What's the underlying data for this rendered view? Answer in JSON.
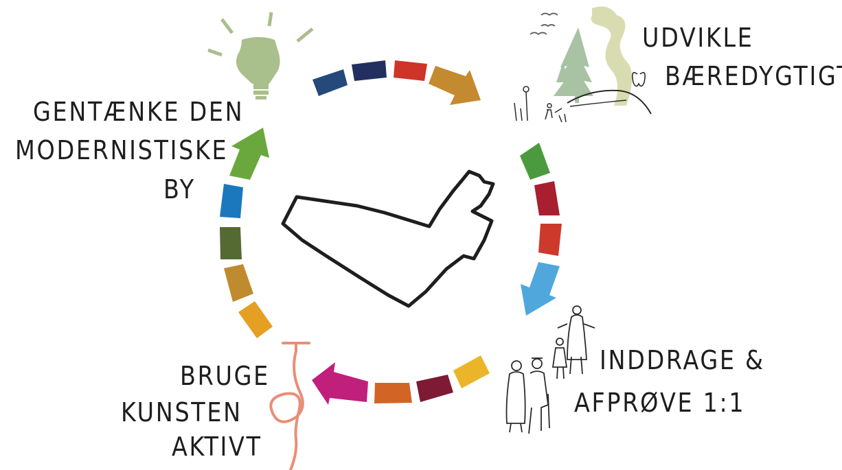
{
  "labels": {
    "top_left": [
      "GENTÆNKE DEN",
      "MODERNISTISKE",
      "BY"
    ],
    "top_right": [
      "UDVIKLE",
      "BÆREDYGTIGT"
    ],
    "bottom_right": [
      "INDDRAGE &",
      "AFPRØVE 1:1"
    ],
    "bottom_left": [
      "BRUGE",
      "KUNSTEN",
      "AKTIVT"
    ]
  },
  "colors": {
    "sdg_blue_dark": "#26497b",
    "sdg_navy": "#23305f",
    "sdg_red": "#cf3429",
    "sdg_orange_gold": "#c48a2f",
    "sdg_green": "#4c9a3f",
    "sdg_crimson": "#a81f2f",
    "sdg_red2": "#cd3a2b",
    "sdg_light_blue": "#4fa7dc",
    "sdg_yellow": "#eab529",
    "sdg_maroon": "#7e1a34",
    "sdg_orange": "#d26526",
    "sdg_magenta": "#c11f7c",
    "sdg_amber": "#e5a023",
    "sdg_ochre": "#c08a2f",
    "sdg_olive": "#556a33",
    "sdg_blue": "#1c78bd",
    "sdg_green_light": "#6aa83e",
    "bulb": "#a9bf8c",
    "tree": "#a8c2a3",
    "smoke": "#d9dcb0",
    "rope": "#e98e77",
    "ink": "#1e1e1e"
  },
  "icons": [
    "lightbulb-icon",
    "landscape-tree-icon",
    "people-family-icon",
    "rope-hook-icon",
    "site-outline-icon"
  ]
}
